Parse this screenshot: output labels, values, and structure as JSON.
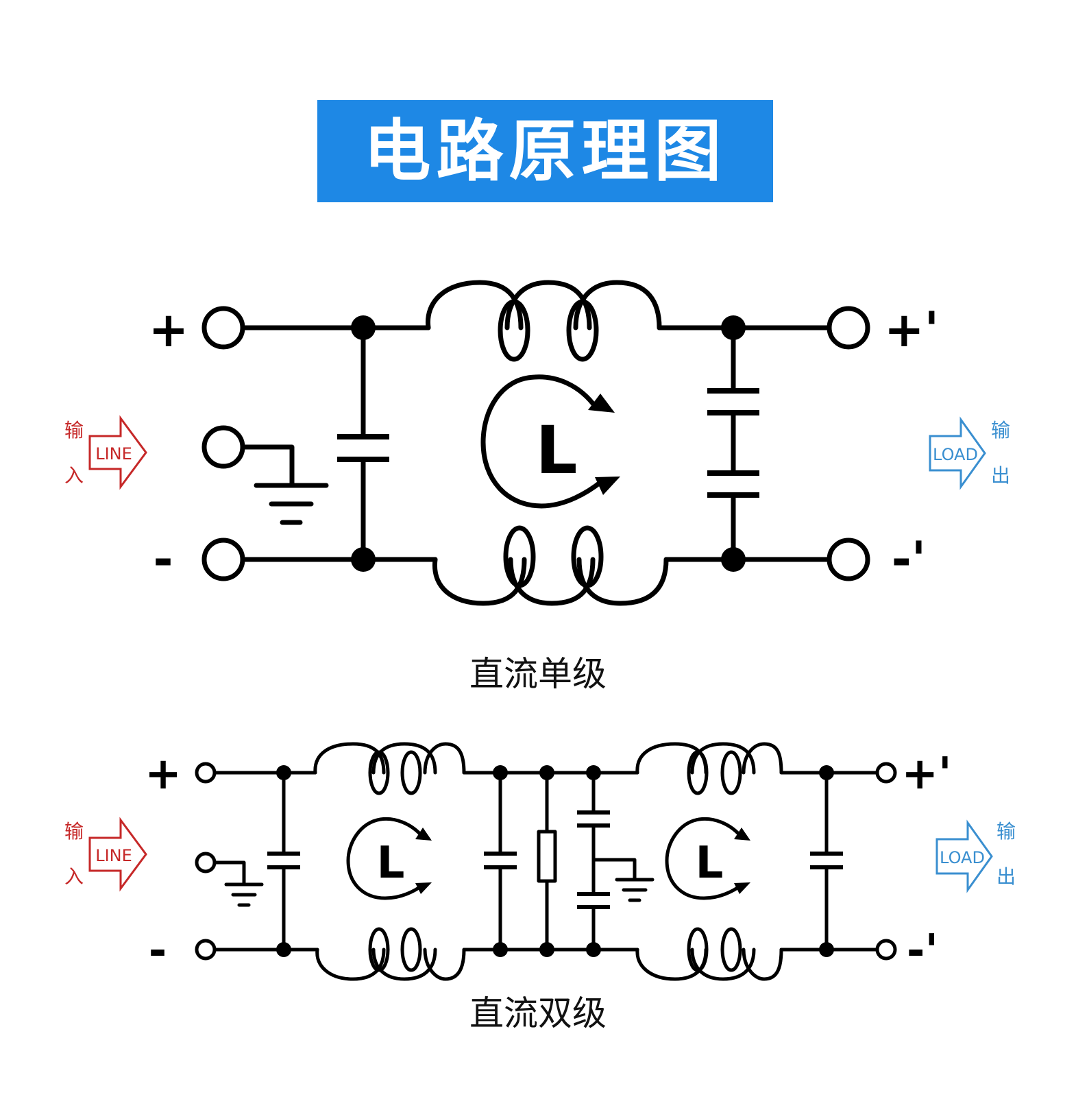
{
  "title": "电路原理图",
  "colors": {
    "banner_bg": "#1e88e5",
    "banner_text": "#ffffff",
    "wire": "#000000",
    "input_red": "#c62828",
    "output_blue": "#3a8fd0"
  },
  "circuits": [
    {
      "caption": "直流单级",
      "terminals": {
        "plus_in": "+",
        "minus_in": "-",
        "plus_out": "+'",
        "minus_out": "-'"
      },
      "choke_label": "L",
      "input": {
        "label_line1": "输",
        "label_line2": "入",
        "arrow_text": "LINE"
      },
      "output": {
        "label_line1": "输",
        "label_line2": "出",
        "arrow_text": "LOAD"
      }
    },
    {
      "caption": "直流双级",
      "terminals": {
        "plus_in": "+",
        "minus_in": "-",
        "plus_out": "+'",
        "minus_out": "-'"
      },
      "choke_label": "L",
      "input": {
        "label_line1": "输",
        "label_line2": "入",
        "arrow_text": "LINE"
      },
      "output": {
        "label_line1": "输",
        "label_line2": "出",
        "arrow_text": "LOAD"
      }
    }
  ]
}
